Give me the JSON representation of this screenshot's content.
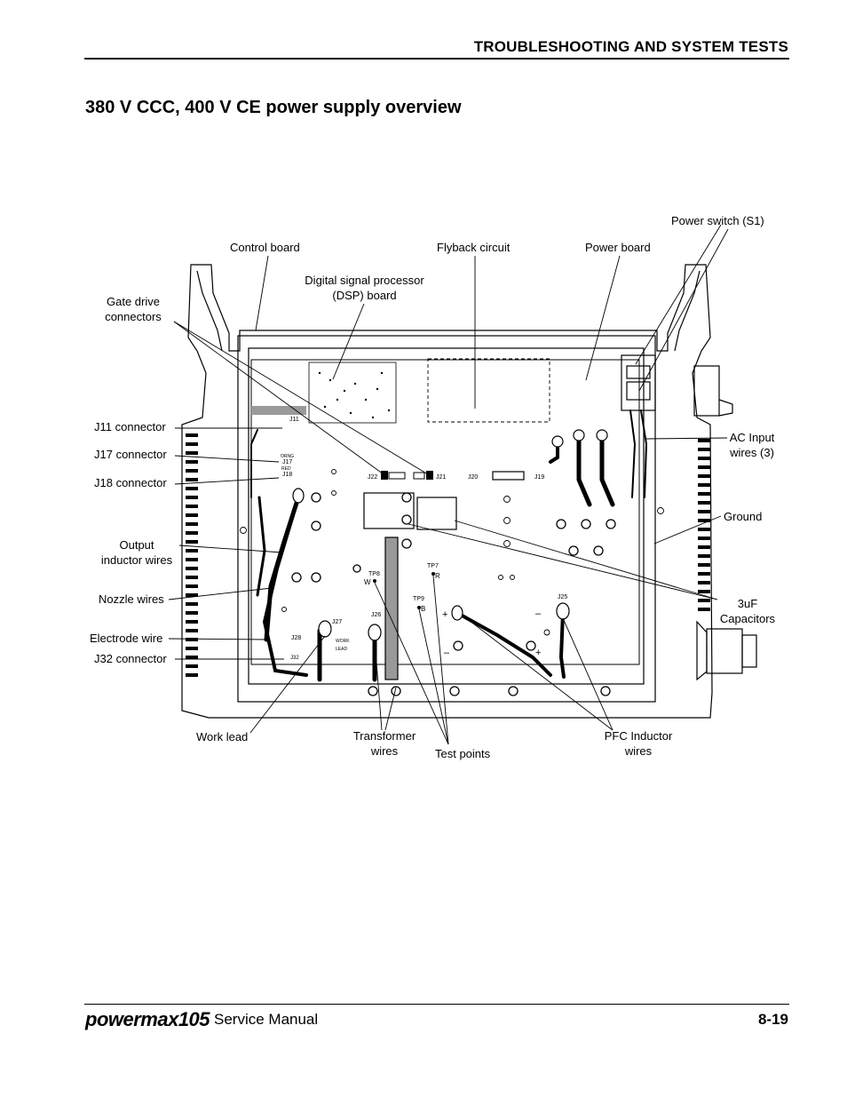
{
  "header": {
    "section_title": "TROUBLESHOOTING AND SYSTEM TESTS"
  },
  "section": {
    "title": "380 V CCC, 400 V CE power supply overview"
  },
  "callouts": {
    "power_switch": "Power switch (S1)",
    "control_board": "Control board",
    "flyback_circuit": "Flyback circuit",
    "power_board": "Power board",
    "dsp_board_line1": "Digital signal processor",
    "dsp_board_line2": "(DSP) board",
    "gate_drive_line1": "Gate drive",
    "gate_drive_line2": "connectors",
    "j11": "J11 connector",
    "j17": "J17 connector",
    "j18": "J18 connector",
    "output_inductor_line1": "Output",
    "output_inductor_line2": "inductor wires",
    "nozzle_wires": "Nozzle wires",
    "electrode_wire": "Electrode wire",
    "j32": "J32 connector",
    "ac_input_line1": "AC Input",
    "ac_input_line2": "wires (3)",
    "ground": "Ground",
    "caps_line1": "3uF",
    "caps_line2": "Capacitors",
    "work_lead": "Work lead",
    "transformer_line1": "Transformer",
    "transformer_line2": "wires",
    "test_points": "Test points",
    "pfc_line1": "PFC Inductor",
    "pfc_line2": "wires"
  },
  "board_labels": {
    "j11": "J11",
    "j17": "J17",
    "j18": "J18",
    "orng": "ORNG",
    "red": "RED",
    "j22": "J22",
    "j21": "J21",
    "j20": "J20",
    "j19": "J19",
    "tp8": "TP8",
    "tp8_w": "W",
    "tp7": "TP7",
    "tp7_r": "R",
    "tp9": "TP9",
    "tp9_b": "B",
    "j26": "J26",
    "j27": "J27",
    "j28": "J28",
    "j32": "J32",
    "j25": "J25",
    "work": "WORK",
    "lead": "LEAD",
    "plus": "+",
    "minus": "–"
  },
  "footer": {
    "brand": "powermax105",
    "manual": "Service Manual",
    "page": "8-19"
  }
}
